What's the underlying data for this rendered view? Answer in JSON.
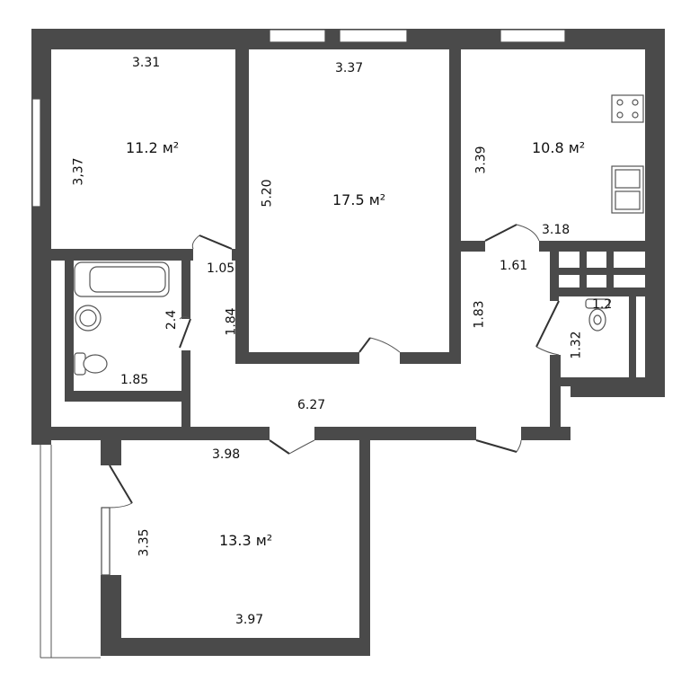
{
  "colors": {
    "wall": "#4a4a4a",
    "background": "#ffffff"
  },
  "rooms": [
    {
      "area": "11.2 м²",
      "dims": [
        "3.31",
        "3,37"
      ]
    },
    {
      "area": "17.5 м²",
      "dims": [
        "3.37",
        "5.20"
      ]
    },
    {
      "area": "10.8 м²",
      "dims": [
        "3.39",
        "3.18"
      ]
    },
    {
      "area": "13.3 м²",
      "dims": [
        "3.98",
        "3.35",
        "3.97"
      ]
    }
  ],
  "bathroom": {
    "dims": [
      "2.4",
      "1.85"
    ]
  },
  "wc": {
    "dims": [
      "1.2",
      "1.32"
    ]
  },
  "hall": {
    "dims": [
      "1.05",
      "1.84",
      "1.61",
      "1.83",
      "6.27"
    ]
  },
  "fixtures": [
    "bathtub-icon",
    "sink-icon",
    "toilet-icon",
    "stove-icon",
    "kitchen-sink-icon"
  ]
}
